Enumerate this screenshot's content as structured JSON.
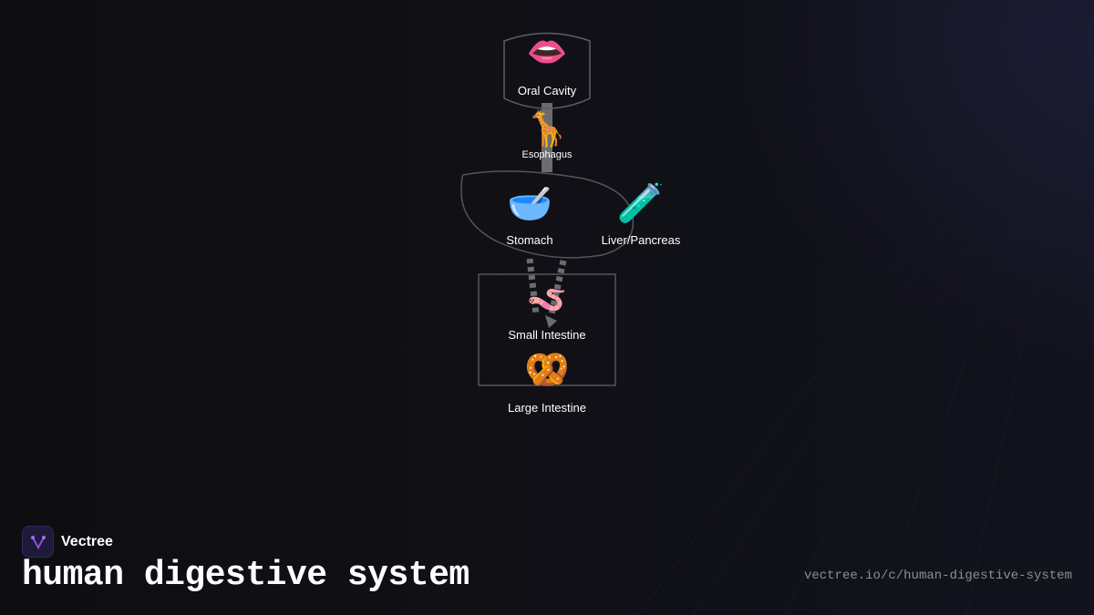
{
  "diagram": {
    "nodes": {
      "oral_cavity": {
        "label": "Oral Cavity",
        "icon": "lips-icon",
        "glyph": "👄"
      },
      "esophagus": {
        "label": "Esophagus",
        "icon": "giraffe-icon",
        "glyph": "🦒"
      },
      "stomach": {
        "label": "Stomach",
        "icon": "bowl-icon",
        "glyph": "🥣"
      },
      "liver_pancreas": {
        "label": "Liver/Pancreas",
        "icon": "test-tube-icon",
        "glyph": "🧪"
      },
      "small_intestine": {
        "label": "Small Intestine",
        "icon": "worm-icon",
        "glyph": "🪱"
      },
      "large_intestine": {
        "label": "Large Intestine",
        "icon": "pretzel-icon",
        "glyph": "🥨"
      }
    }
  },
  "footer": {
    "brand": "Vectree",
    "title": "human digestive system",
    "url": "vectree.io/c/human-digestive-system"
  },
  "colors": {
    "background": "#0f0f13",
    "outline": "#55555c",
    "connector": "#6b6b70",
    "accent": "#8b4fe0"
  }
}
